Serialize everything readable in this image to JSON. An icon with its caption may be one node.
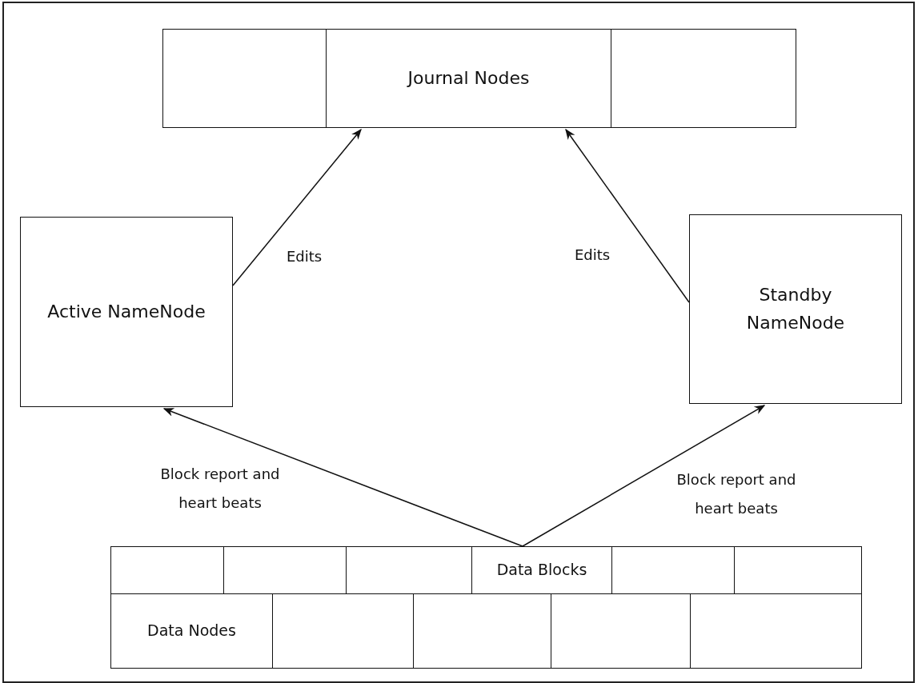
{
  "diagram": {
    "nodes": [
      {
        "text": [],
        "shape": "box"
      },
      {
        "text": [
          "Journal Nodes"
        ]
      },
      {
        "text": [],
        "shape": "box"
      },
      {
        "text": [
          "Active NameNode"
        ]
      },
      {
        "text": [
          "Standby NameNode"
        ]
      },
      {
        "text": [],
        "shape": "box"
      },
      {
        "text": [],
        "shape": "box"
      },
      {
        "text": [],
        "shape": "box"
      },
      {
        "text": [
          "Data Blocks"
        ]
      },
      {
        "text": [],
        "shape": "box"
      },
      {
        "text": [],
        "shape": "box"
      },
      {
        "text": [
          "Data Nodes"
        ]
      },
      {
        "text": [],
        "shape": "box"
      },
      {
        "text": [],
        "shape": "box"
      },
      {
        "text": [],
        "shape": "box"
      },
      {
        "text": [],
        "shape": "box"
      }
    ],
    "edges": [
      {
        "from": 3,
        "to": 1,
        "arrow": "to",
        "label": "Edits"
      },
      {
        "from": 4,
        "to": 1,
        "arrow": "to",
        "label": "Edits"
      },
      {
        "from": 8,
        "to": 3,
        "arrow": "to",
        "label": "Block report and heart beats"
      },
      {
        "from": 8,
        "to": 4,
        "arrow": "to",
        "label": "Block report and heart beats"
      }
    ]
  }
}
